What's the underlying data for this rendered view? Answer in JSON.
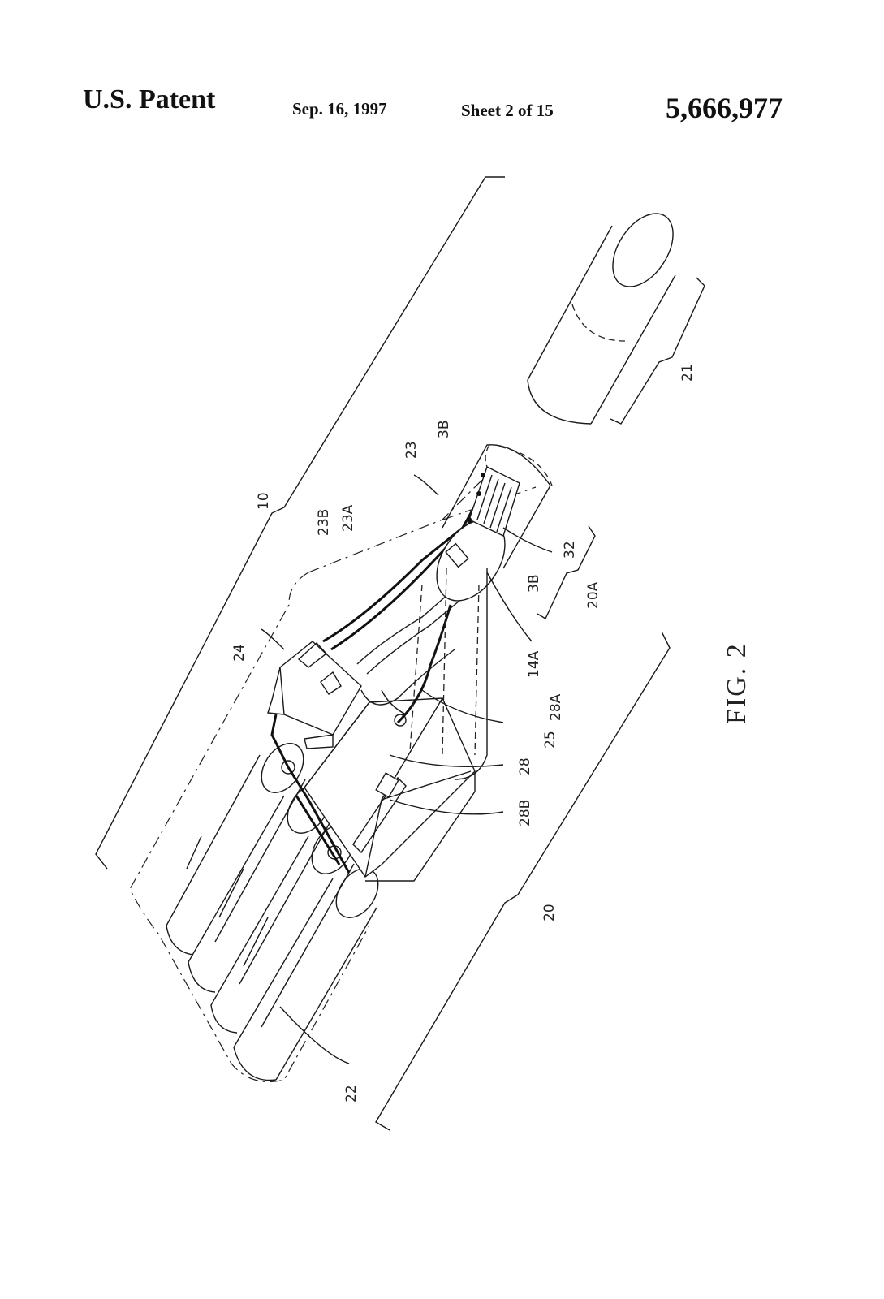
{
  "header": {
    "title": "U.S. Patent",
    "date": "Sep. 16, 1997",
    "sheet": "Sheet 2 of 15",
    "patent_number": "5,666,977"
  },
  "figure": {
    "caption": "FIG. 2",
    "labels": {
      "l10": "10",
      "l20": "20",
      "l20A": "20A",
      "l21": "21",
      "l22": "22",
      "l23": "23",
      "l23A": "23A",
      "l23B": "23B",
      "l24": "24",
      "l25": "25",
      "l28": "28",
      "l28A": "28A",
      "l28B": "28B",
      "l14A": "14A",
      "l32": "32",
      "l3B_top": "3B",
      "l3B_bottom": "3B"
    }
  }
}
